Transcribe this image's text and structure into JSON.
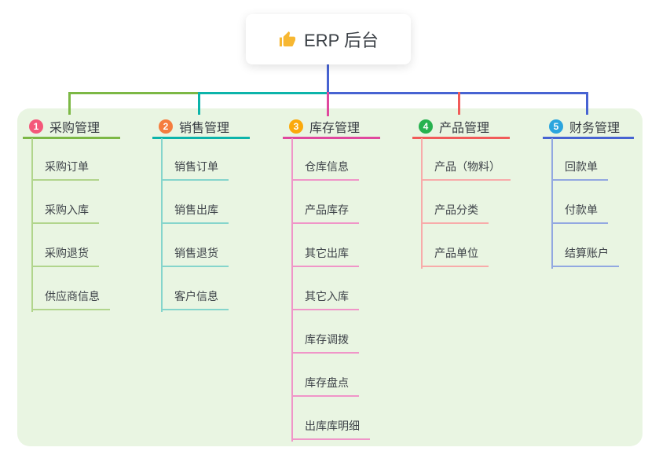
{
  "root": {
    "title": "ERP 后台",
    "icon": "thumbs-up-icon",
    "icon_color": "#f7b731",
    "connector_color": "#4763d2"
  },
  "colors": {
    "canvas_bg": "#ffffff",
    "panel_bg": "#e9f5e2",
    "card_bg": "#ffffff",
    "header_text": "#373c42",
    "child_text": "#3e4349"
  },
  "branches": [
    {
      "index": "1",
      "label": "采购管理",
      "badge_color": "#f4587a",
      "line_color": "#7cb845",
      "child_line_color": "#b1d58c",
      "children": [
        "采购订单",
        "采购入库",
        "采购退货",
        "供应商信息"
      ]
    },
    {
      "index": "2",
      "label": "销售管理",
      "badge_color": "#f57d3e",
      "line_color": "#0cb4aa",
      "child_line_color": "#85d5cc",
      "children": [
        "销售订单",
        "销售出库",
        "销售退货",
        "客户信息"
      ]
    },
    {
      "index": "3",
      "label": "库存管理",
      "badge_color": "#fba90b",
      "line_color": "#e0489e",
      "child_line_color": "#f095c8",
      "children": [
        "仓库信息",
        "产品库存",
        "其它出库",
        "其它入库",
        "库存调拨",
        "库存盘点",
        "出库库明细"
      ]
    },
    {
      "index": "4",
      "label": "产品管理",
      "badge_color": "#27b24f",
      "line_color": "#f15b59",
      "child_line_color": "#f8abaa",
      "children": [
        "产品（物料）",
        "产品分类",
        "产品单位"
      ]
    },
    {
      "index": "5",
      "label": "财务管理",
      "badge_color": "#2ba5de",
      "line_color": "#4763d2",
      "child_line_color": "#92a8e1",
      "children": [
        "回款单",
        "付款单",
        "结算账户"
      ]
    }
  ]
}
